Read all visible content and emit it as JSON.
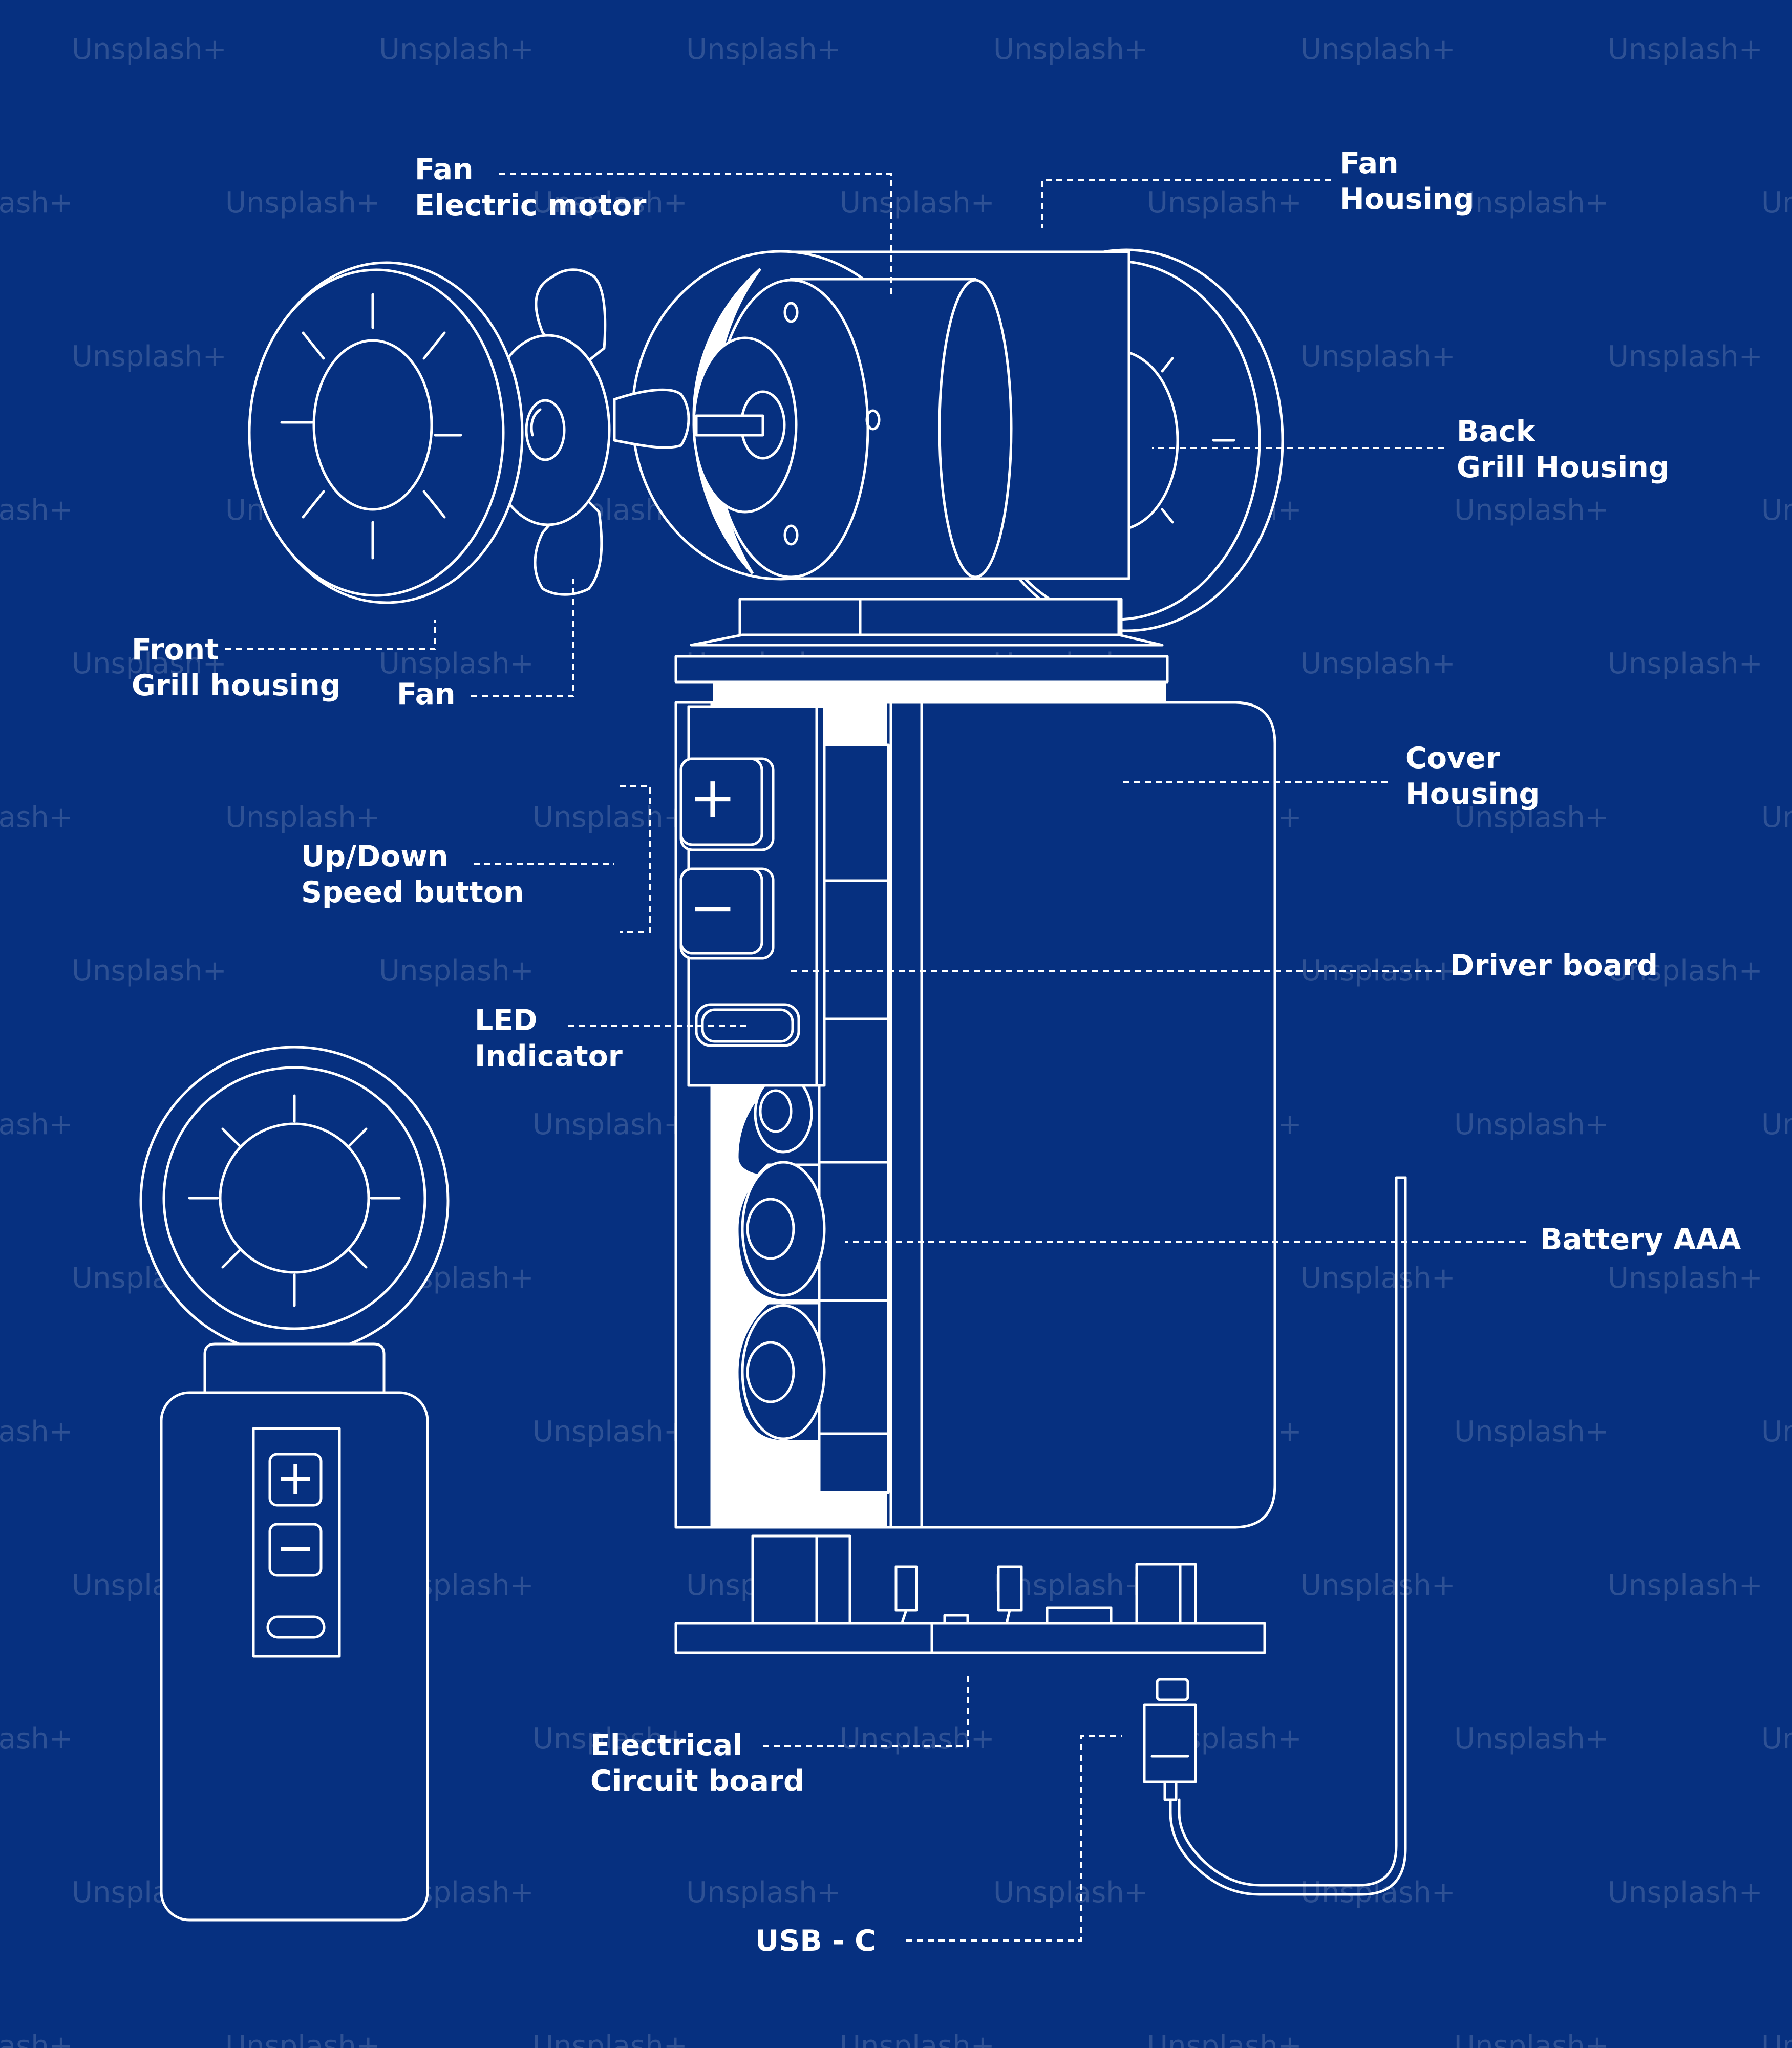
{
  "watermark": "Unsplash+",
  "colors": {
    "background": "#063080",
    "line": "#ffffff"
  },
  "labels": {
    "fan_motor": {
      "line1": "Fan",
      "line2": "Electric motor"
    },
    "fan_housing": {
      "line1": "Fan",
      "line2": "Housing"
    },
    "back_grill": {
      "line1": "Back",
      "line2": "Grill Housing"
    },
    "front_grill": {
      "line1": "Front",
      "line2": "Grill housing"
    },
    "fan": {
      "line1": "Fan"
    },
    "cover_housing": {
      "line1": "Cover",
      "line2": "Housing"
    },
    "speed_button": {
      "line1": "Up/Down",
      "line2": "Speed button"
    },
    "driver_board": {
      "line1": "Driver board"
    },
    "led_indicator": {
      "line1": "LED",
      "line2": "Indicator"
    },
    "battery": {
      "line1": "Battery AAA"
    },
    "circuit_board": {
      "line1": "Electrical",
      "line2": "Circuit board"
    },
    "usb": {
      "line1": "USB - C"
    }
  },
  "button_symbols": {
    "plus": "+",
    "minus": "−"
  }
}
